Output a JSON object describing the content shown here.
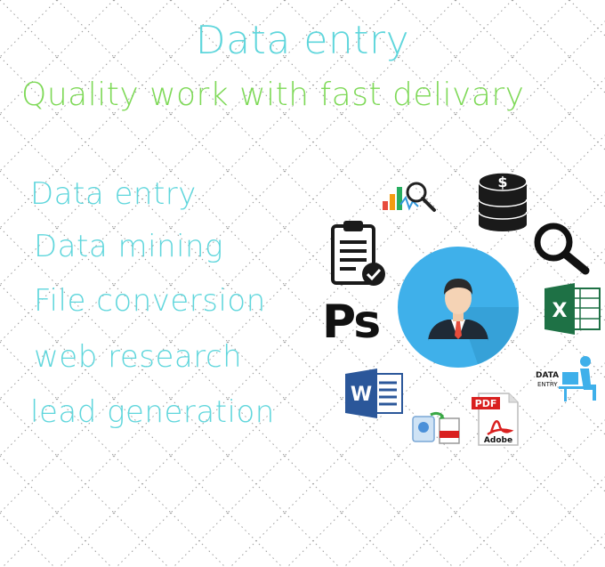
{
  "header": {
    "title": "Data entry",
    "subtitle": "Quality work with fast delivary"
  },
  "services": [
    "Data entry",
    "Data mining",
    "File conversion",
    "web research",
    "lead generation"
  ],
  "icons": {
    "photoshop_label": "Ps",
    "excel_label": "X",
    "word_label": "W",
    "pdf_label": "PDF",
    "adobe_label": "Adobe",
    "data_entry_label_1": "DATA",
    "data_entry_label_2": "ENTRY",
    "coin_symbol": "$"
  },
  "colors": {
    "title": "#5fd6dc",
    "subtitle": "#7ed957",
    "services": "#5fd6dc",
    "avatar_bg": "#3fb0ea",
    "excel": "#1e7145",
    "word": "#2b579a",
    "pdf": "#d9201f"
  }
}
